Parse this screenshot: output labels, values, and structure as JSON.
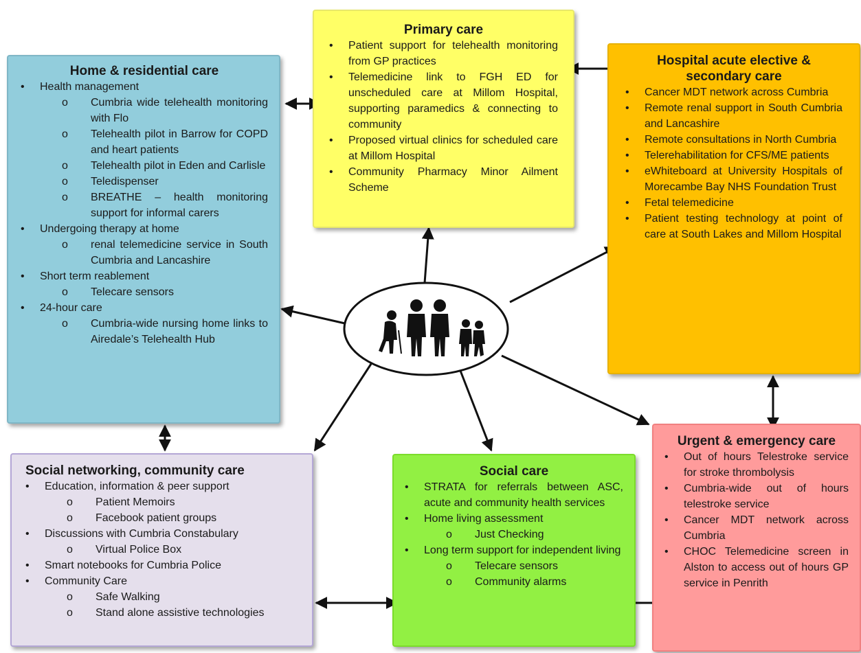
{
  "home": {
    "title": "Home & residential care",
    "items": [
      {
        "level": 1,
        "text": "Health management"
      },
      {
        "level": 2,
        "text": "Cumbria wide telehealth monitoring with Flo"
      },
      {
        "level": 2,
        "text": "Telehealth pilot in Barrow for COPD and heart patients"
      },
      {
        "level": 2,
        "text": "Telehealth pilot in Eden and Carlisle"
      },
      {
        "level": 2,
        "text": "Teledispenser"
      },
      {
        "level": 2,
        "text": "BREATHE – health monitoring support for informal carers"
      },
      {
        "level": 1,
        "text": "Undergoing therapy at home"
      },
      {
        "level": 2,
        "text": "renal telemedicine service in South Cumbria and Lancashire"
      },
      {
        "level": 1,
        "text": "Short term reablement"
      },
      {
        "level": 2,
        "text": "Telecare sensors"
      },
      {
        "level": 1,
        "text": "24-hour care"
      },
      {
        "level": 2,
        "text": "Cumbria-wide nursing home links to Airedale’s Telehealth Hub"
      }
    ]
  },
  "primary": {
    "title": "Primary care",
    "items": [
      {
        "level": 1,
        "text": "Patient support for telehealth monitoring from GP practices"
      },
      {
        "level": 1,
        "text": "Telemedicine link to FGH ED for unscheduled care at Millom Hospital, supporting paramedics & connecting to community"
      },
      {
        "level": 1,
        "text": "Proposed virtual clinics for scheduled care at Millom Hospital"
      },
      {
        "level": 1,
        "text": "Community Pharmacy Minor Ailment Scheme"
      }
    ]
  },
  "hospital": {
    "title": "Hospital acute elective & secondary care",
    "items": [
      {
        "level": 1,
        "text": "Cancer MDT network across Cumbria"
      },
      {
        "level": 1,
        "text": "Remote renal support in South Cumbria and Lancashire"
      },
      {
        "level": 1,
        "text": "Remote consultations in North Cumbria"
      },
      {
        "level": 1,
        "text": "Telerehabilitation for CFS/ME patients"
      },
      {
        "level": 1,
        "text": "eWhiteboard at University Hospitals of Morecambe Bay NHS Foundation Trust"
      },
      {
        "level": 1,
        "text": "Fetal telemedicine"
      },
      {
        "level": 1,
        "text": "Patient testing technology at point of care at South Lakes and Millom Hospital"
      }
    ]
  },
  "social_net": {
    "title": "Social networking, community care",
    "items": [
      {
        "level": 1,
        "text": "Education, information & peer support"
      },
      {
        "level": 2,
        "text": "Patient Memoirs"
      },
      {
        "level": 2,
        "text": "Facebook patient groups"
      },
      {
        "level": 1,
        "text": "Discussions with Cumbria Constabulary"
      },
      {
        "level": 2,
        "text": "Virtual Police Box"
      },
      {
        "level": 1,
        "text": "Smart notebooks for Cumbria Police"
      },
      {
        "level": 1,
        "text": "Community Care"
      },
      {
        "level": 2,
        "text": "Safe Walking"
      },
      {
        "level": 2,
        "text": "Stand alone assistive technologies"
      }
    ]
  },
  "social": {
    "title": "Social care",
    "items": [
      {
        "level": 1,
        "text": "STRATA for referrals between ASC, acute and community health services"
      },
      {
        "level": 1,
        "text": "Home living assessment"
      },
      {
        "level": 2,
        "text": "Just Checking"
      },
      {
        "level": 1,
        "text": "Long term support for independent living"
      },
      {
        "level": 2,
        "text": "Telecare sensors"
      },
      {
        "level": 2,
        "text": "Community alarms"
      }
    ]
  },
  "urgent": {
    "title": "Urgent & emergency care",
    "items": [
      {
        "level": 1,
        "text": "Out of hours Telestroke service for stroke thrombolysis"
      },
      {
        "level": 1,
        "text": "Cumbria-wide out of hours telestroke service"
      },
      {
        "level": 1,
        "text": "Cancer MDT network across Cumbria"
      },
      {
        "level": 1,
        "text": "CHOC Telemedicine screen in Alston to access out of hours GP service in Penrith"
      }
    ]
  },
  "colors": {
    "home": "#92cddc",
    "primary": "#ffff66",
    "hospital": "#ffc000",
    "social_net": "#e5dfec",
    "social": "#92f043",
    "urgent": "#ff9b9b",
    "arrow": "#111111"
  },
  "hub_icon": "family-icon"
}
